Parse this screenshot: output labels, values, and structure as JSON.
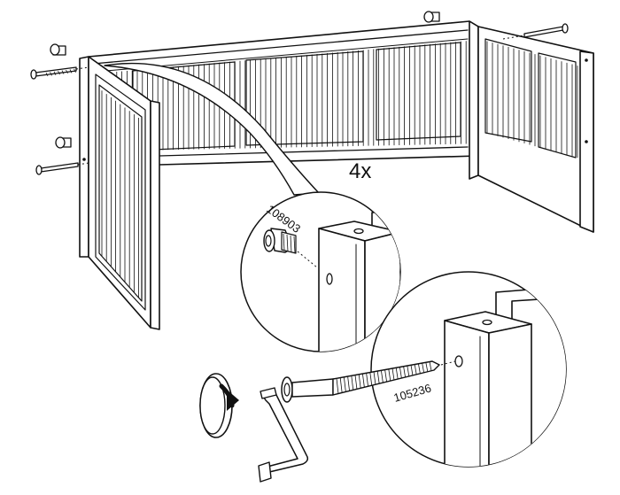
{
  "labels": {
    "quantity": "4x",
    "part_top": "108903",
    "part_bottom": "105236"
  },
  "colors": {
    "ink": "#111111",
    "paper": "#ffffff"
  },
  "icons": [
    "rotate-clockwise-icon",
    "hex-key-icon"
  ]
}
